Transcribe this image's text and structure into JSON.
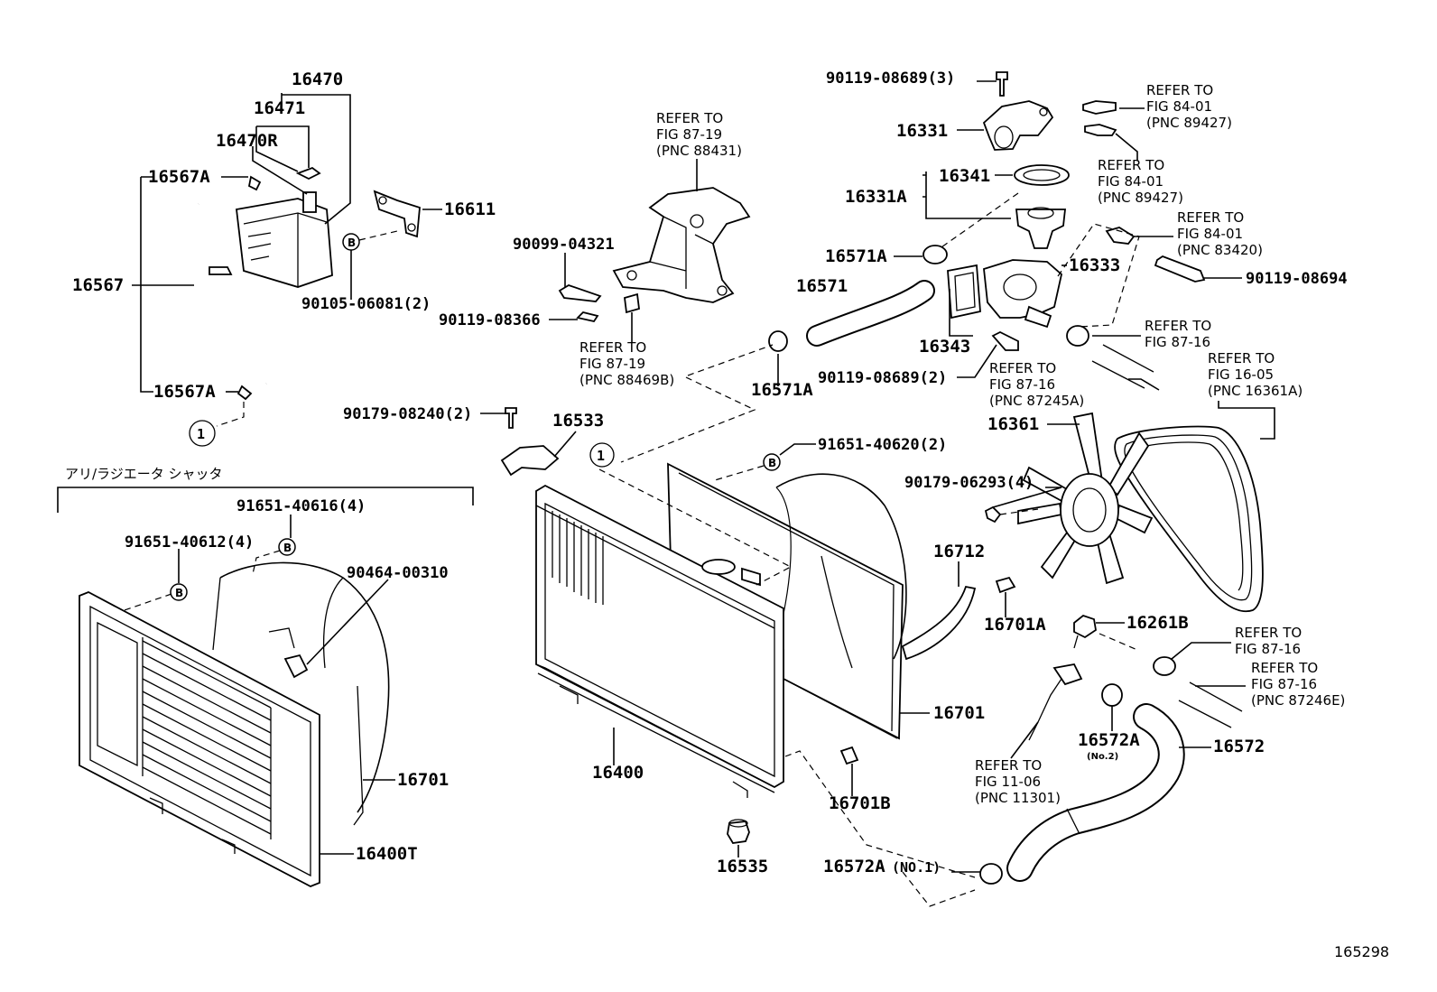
{
  "labels": {
    "p16470": "16470",
    "p16471": "16471",
    "p16470R": "16470R",
    "p16567A_top": "16567A",
    "p16611": "16611",
    "p16567": "16567",
    "p90105": "90105-06081(2)",
    "p16567A_bot": "16567A",
    "p90099": "90099-04321",
    "p90119_08366": "90119-08366",
    "p90179_08240": "90179-08240(2)",
    "p16533": "16533",
    "p90119_08689_3": "90119-08689(3)",
    "p16331": "16331",
    "p16341": "16341",
    "p16331A": "16331A",
    "p16571A_top": "16571A",
    "p16333": "16333",
    "p16571": "16571",
    "p16343": "16343",
    "p90119_08689_2": "90119-08689(2)",
    "p16571A_bot": "16571A",
    "p90119_08694": "90119-08694",
    "p91651_40620": "91651-40620(2)",
    "p16361": "16361",
    "p90179_06293": "90179-06293(4)",
    "p16712": "16712",
    "p16701A": "16701A",
    "p16261B": "16261B",
    "p91651_40616": "91651-40616(4)",
    "p91651_40612": "91651-40612(4)",
    "p90464": "90464-00310",
    "p16701_left": "16701",
    "p16400T": "16400T",
    "p16400": "16400",
    "p16701_right": "16701",
    "p16701B": "16701B",
    "p16535": "16535",
    "p16572A_no1": "16572A",
    "p16572A_no1_suffix": "(NO.1)",
    "p16572A_no2": "16572A",
    "p16572A_no2_suffix": "(No.2)",
    "p16572": "16572",
    "shutter_title": "アリ/ラジエータ シャッタ",
    "circle_1": "1",
    "mark_b": "B",
    "figure_id": "165298"
  },
  "refs": {
    "r1": [
      "REFER TO",
      "FIG 87-19",
      "(PNC 88431)"
    ],
    "r2": [
      "REFER TO",
      "FIG 87-19",
      "(PNC 88469B)"
    ],
    "r3": [
      "REFER TO",
      "FIG 84-01",
      "(PNC 89427)"
    ],
    "r4": [
      "REFER TO",
      "FIG 84-01",
      "(PNC 89427)"
    ],
    "r5": [
      "REFER TO",
      "FIG 84-01",
      "(PNC 83420)"
    ],
    "r6": [
      "REFER TO",
      "FIG 87-16"
    ],
    "r7": [
      "REFER TO",
      "FIG 87-16",
      "(PNC 87245A)"
    ],
    "r8": [
      "REFER TO",
      "FIG 16-05",
      "(PNC 16361A)"
    ],
    "r9": [
      "REFER TO",
      "FIG 87-16"
    ],
    "r10": [
      "REFER TO",
      "FIG 87-16",
      "(PNC 87246E)"
    ],
    "r11": [
      "REFER TO",
      "FIG 11-06",
      "(PNC 11301)"
    ]
  }
}
